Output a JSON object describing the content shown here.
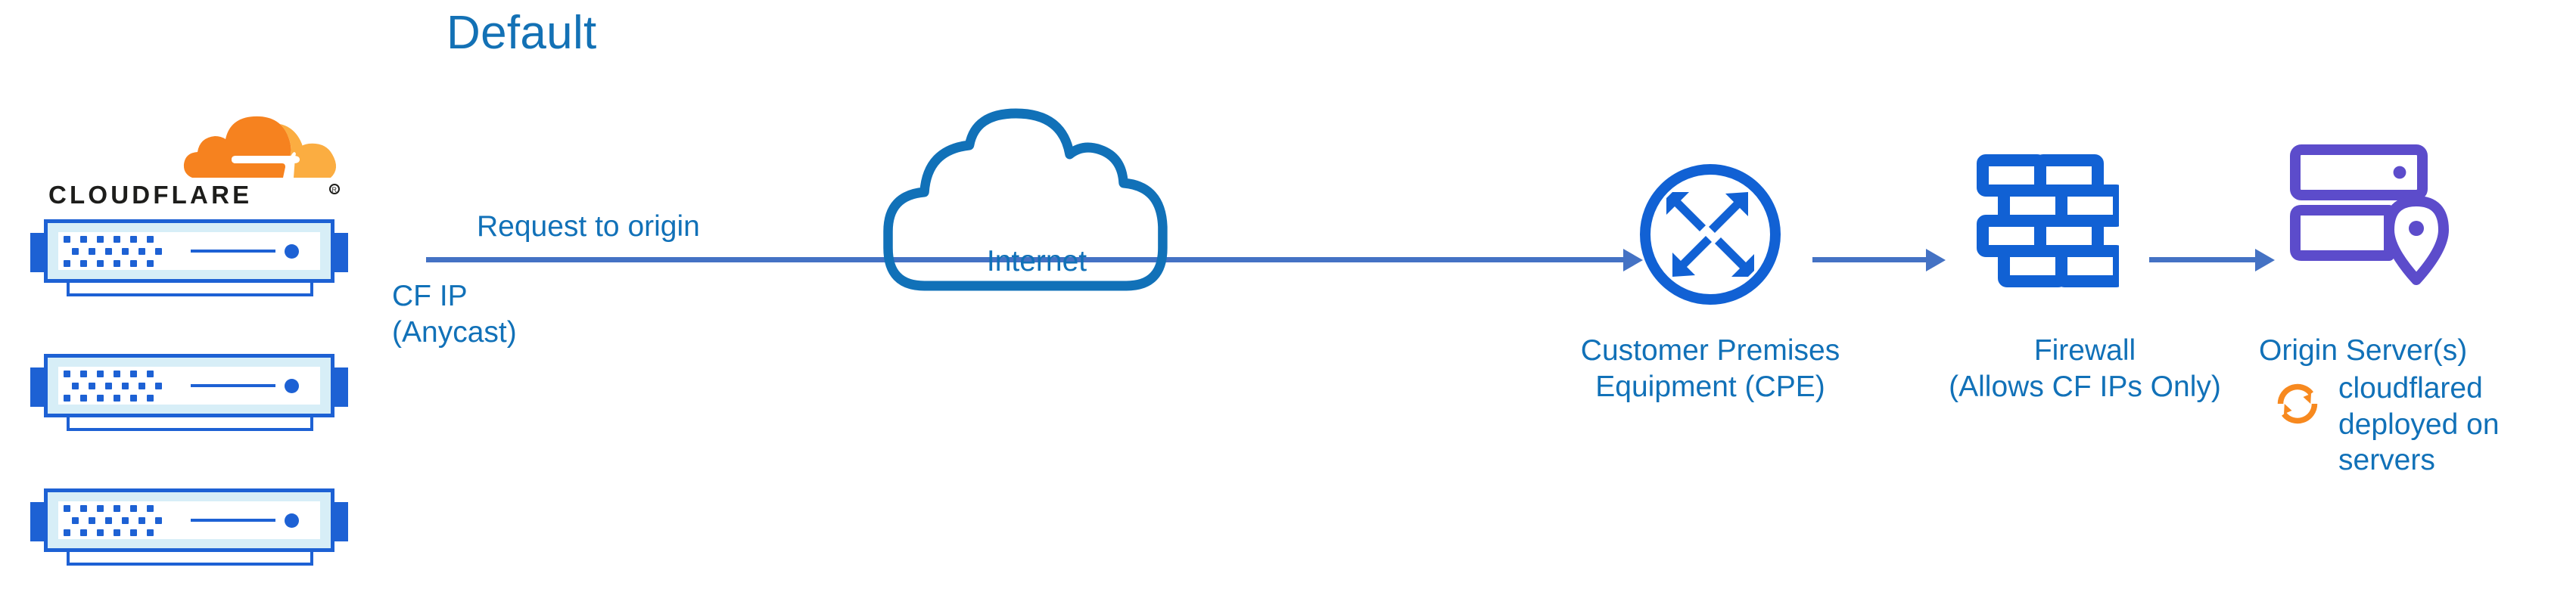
{
  "diagram": {
    "title": "Default",
    "background_color": "#ffffff",
    "accent_blue": "#1171b8",
    "arrow_blue": "#4472c4",
    "device_blue": "#1d61d4",
    "origin_purple": "#5c4ccb",
    "cloudflare_orange": "#f48120"
  },
  "brand": {
    "wordmark": "CLOUDFLARE",
    "registered_mark": "®",
    "logo_icon": "cloudflare-cloud-icon"
  },
  "source": {
    "stack_label": "cloudflare-server-stack",
    "server_count": 3,
    "request_label": "Request to origin",
    "ip_label": "CF IP\n(Anycast)"
  },
  "nodes": [
    {
      "id": "internet",
      "icon": "cloud-icon",
      "label": "Internet",
      "color": "#1171b8"
    },
    {
      "id": "cpe",
      "icon": "router-icon",
      "label": "Customer Premises\nEquipment (CPE)",
      "color": "#1d61d4"
    },
    {
      "id": "firewall",
      "icon": "brick-wall-icon",
      "label": "Firewall\n(Allows CF IPs Only)",
      "color": "#1d61d4"
    },
    {
      "id": "origin",
      "icon": "server-location-icon",
      "label": "Origin Server(s)",
      "color": "#5c4ccb"
    }
  ],
  "annotations": {
    "cloudflared": {
      "icon": "sync-arrows-icon",
      "text": "cloudflared\ndeployed on\nservers",
      "color": "#f48120"
    }
  },
  "connections": [
    {
      "id": "stack-to-cpe",
      "from": "cloudflare-stack",
      "to": "cpe",
      "style": "solid-arrow"
    },
    {
      "id": "cpe-to-firewall",
      "from": "cpe",
      "to": "firewall",
      "style": "solid-arrow"
    },
    {
      "id": "firewall-to-origin",
      "from": "firewall",
      "to": "origin",
      "style": "solid-arrow"
    }
  ]
}
